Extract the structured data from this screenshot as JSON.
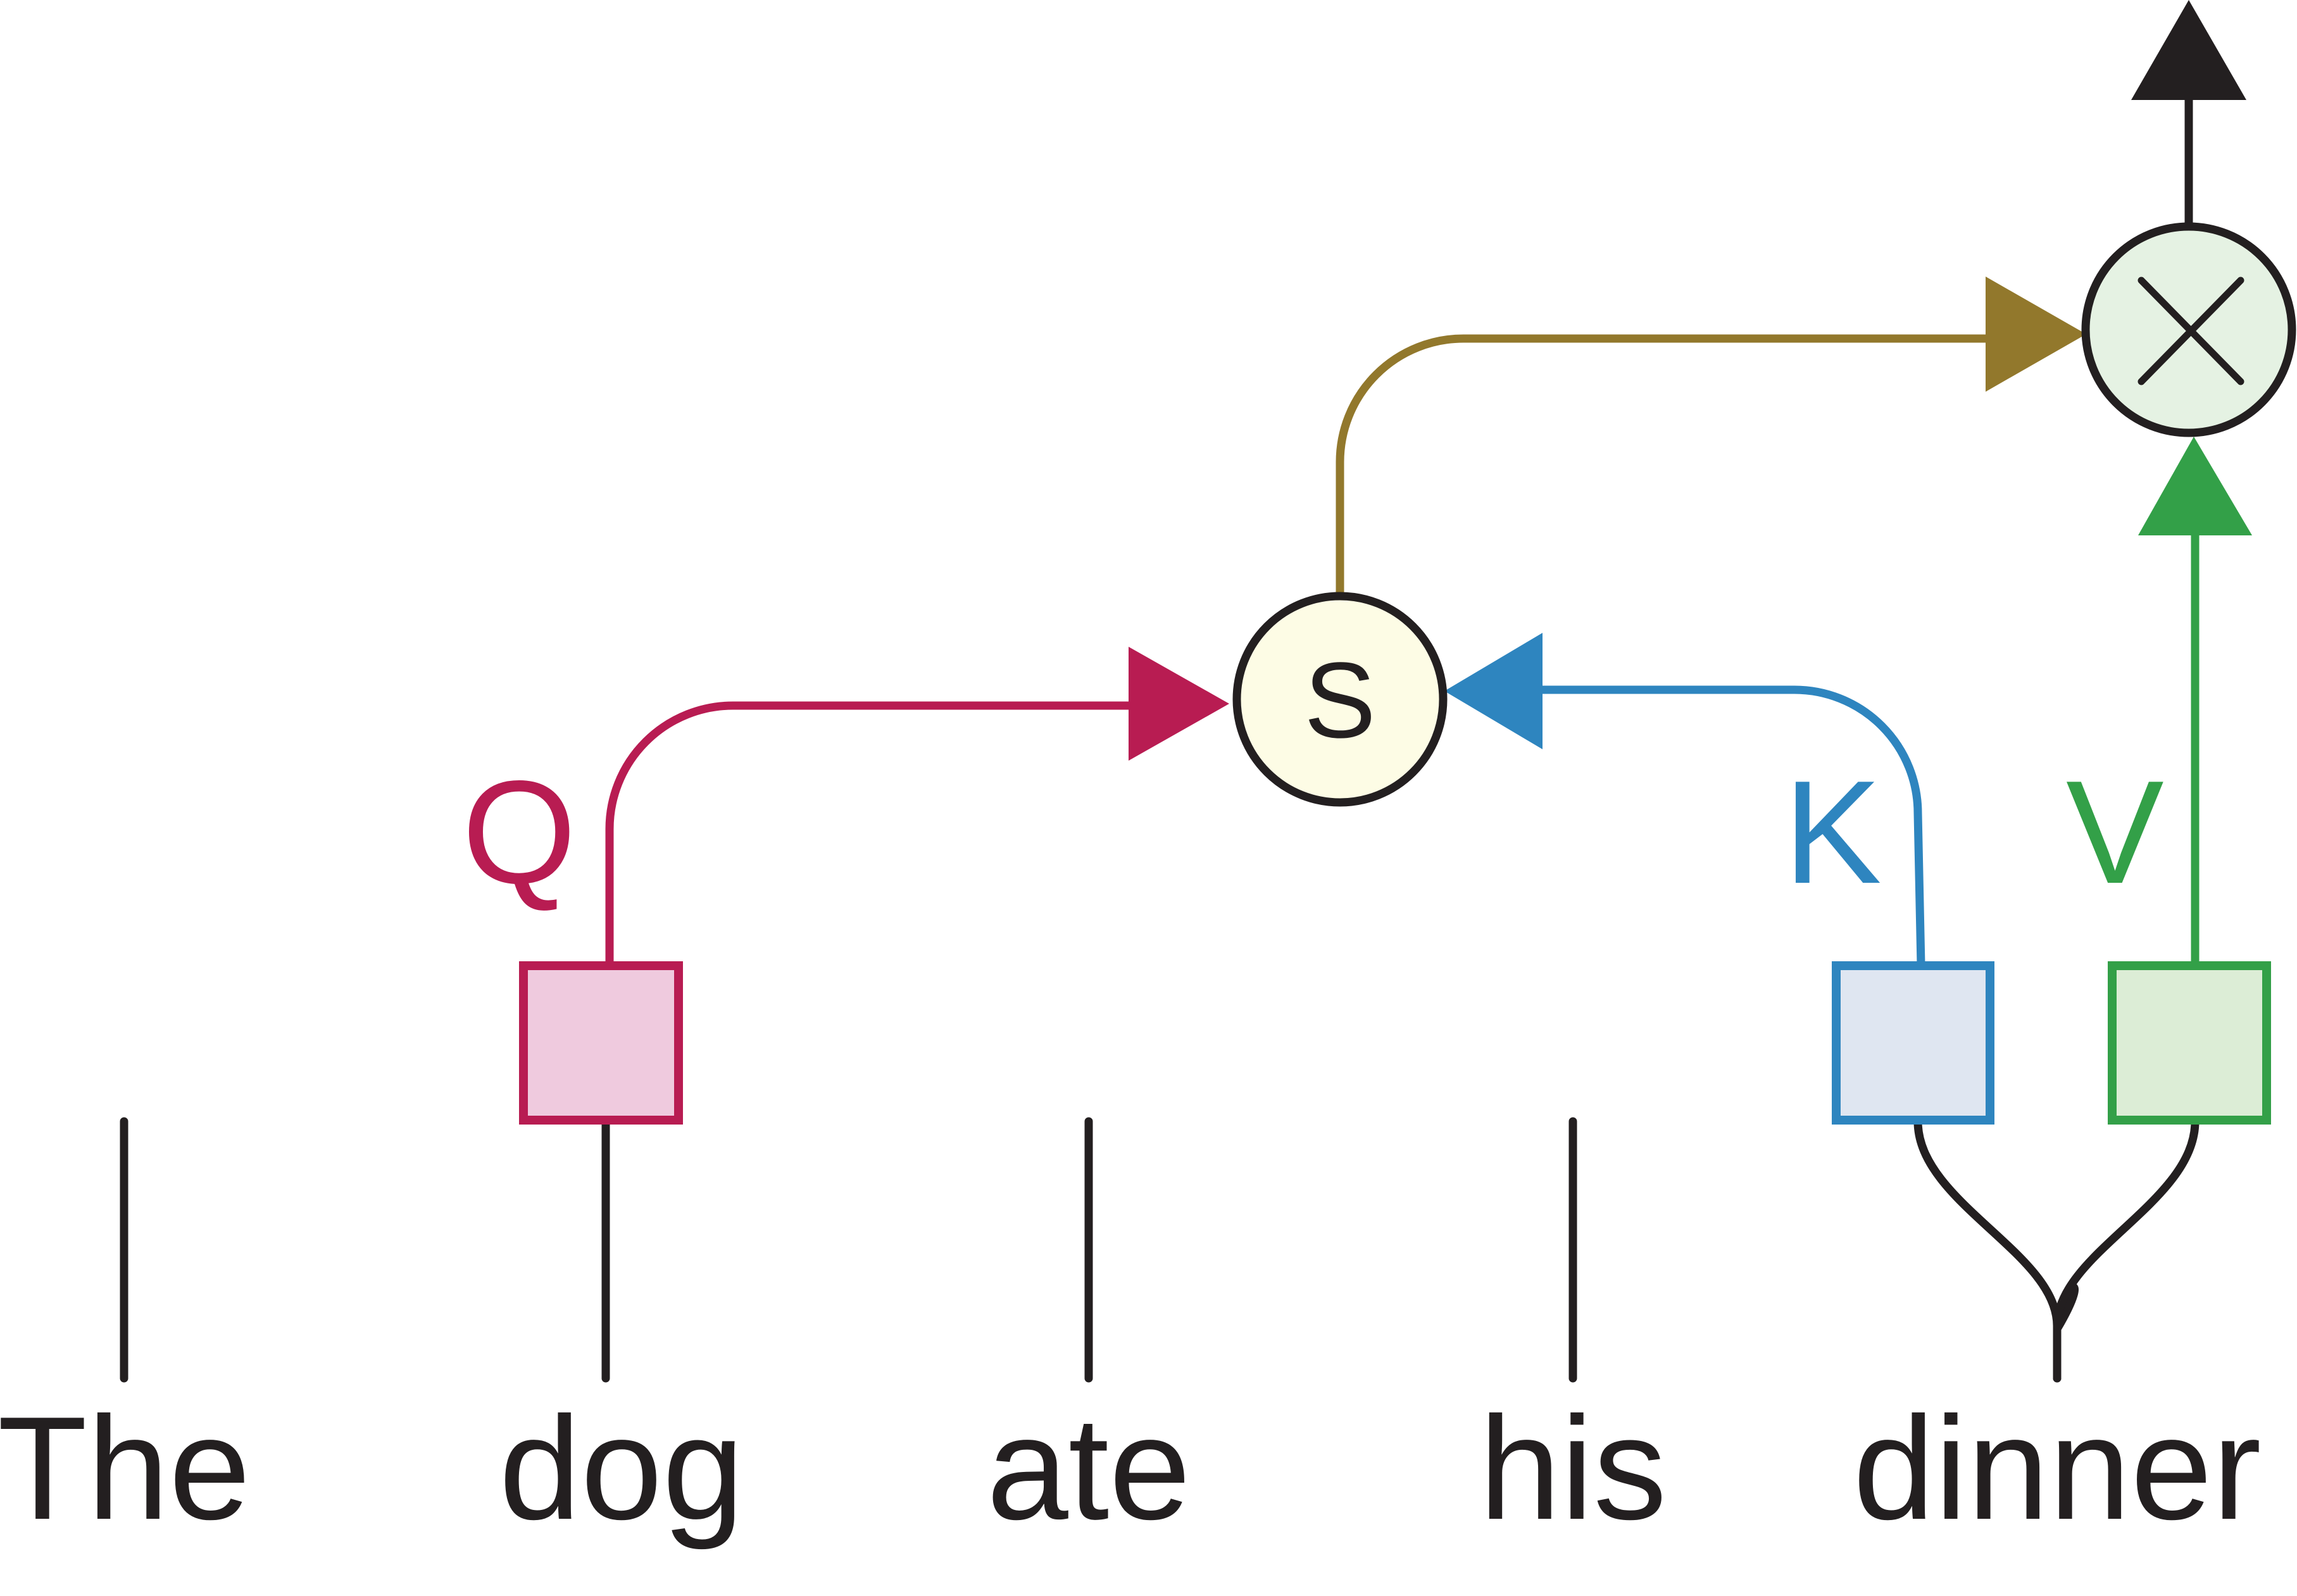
{
  "diagram": {
    "words": [
      "The",
      "dog",
      "ate",
      "his",
      "dinner"
    ],
    "query_label": "Q",
    "key_label": "K",
    "value_label": "V",
    "score_node_symbol": "S",
    "combine_node_symbol": "×"
  },
  "colors": {
    "ink": "#231f20",
    "query": "#b81c52",
    "query_fill": "#efcade",
    "key": "#2e85bf",
    "key_fill": "#dfe6f1",
    "value": "#33a048",
    "value_fill": "#dcedd6",
    "score_out": "#92782c",
    "score_fill": "#fdfce5",
    "combine_fill": "#e5f2e3"
  },
  "icons": {
    "score_node": "circle-s-icon",
    "combine_node": "circle-multiply-icon",
    "output": "arrow-up-icon"
  }
}
